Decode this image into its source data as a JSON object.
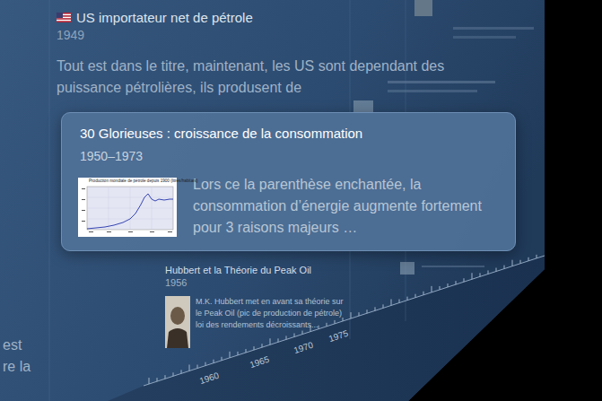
{
  "diagram": {
    "nodes": [
      {
        "text": [
          "US importateur net de pétrole",
          "1949",
          "Tout est dans le titre, maintenant, les US sont dependant des puissance pétrolières, ils produsent de"
        ]
      },
      {
        "text": [
          "30 Glorieuses : croissance de la consommation",
          "1950–1973",
          "Lors ce la parenthèse enchantée, la consommation d’énergie augmente fortement pour 3 raisons majeurs …"
        ]
      },
      {
        "text": [
          "Hubbert et la Théorie du Peak Oil",
          "1956",
          "M.K. Hubbert met en avant sa théorie sur le Peak Oil (pic de production de pétrole) loi des rendements décroissants..."
        ]
      }
    ],
    "labels": [
      "Production mondiale de pétrole depuis 1900 (litres/habitant)",
      "1960",
      "1965",
      "1970",
      "1975",
      "est",
      "re la"
    ]
  }
}
